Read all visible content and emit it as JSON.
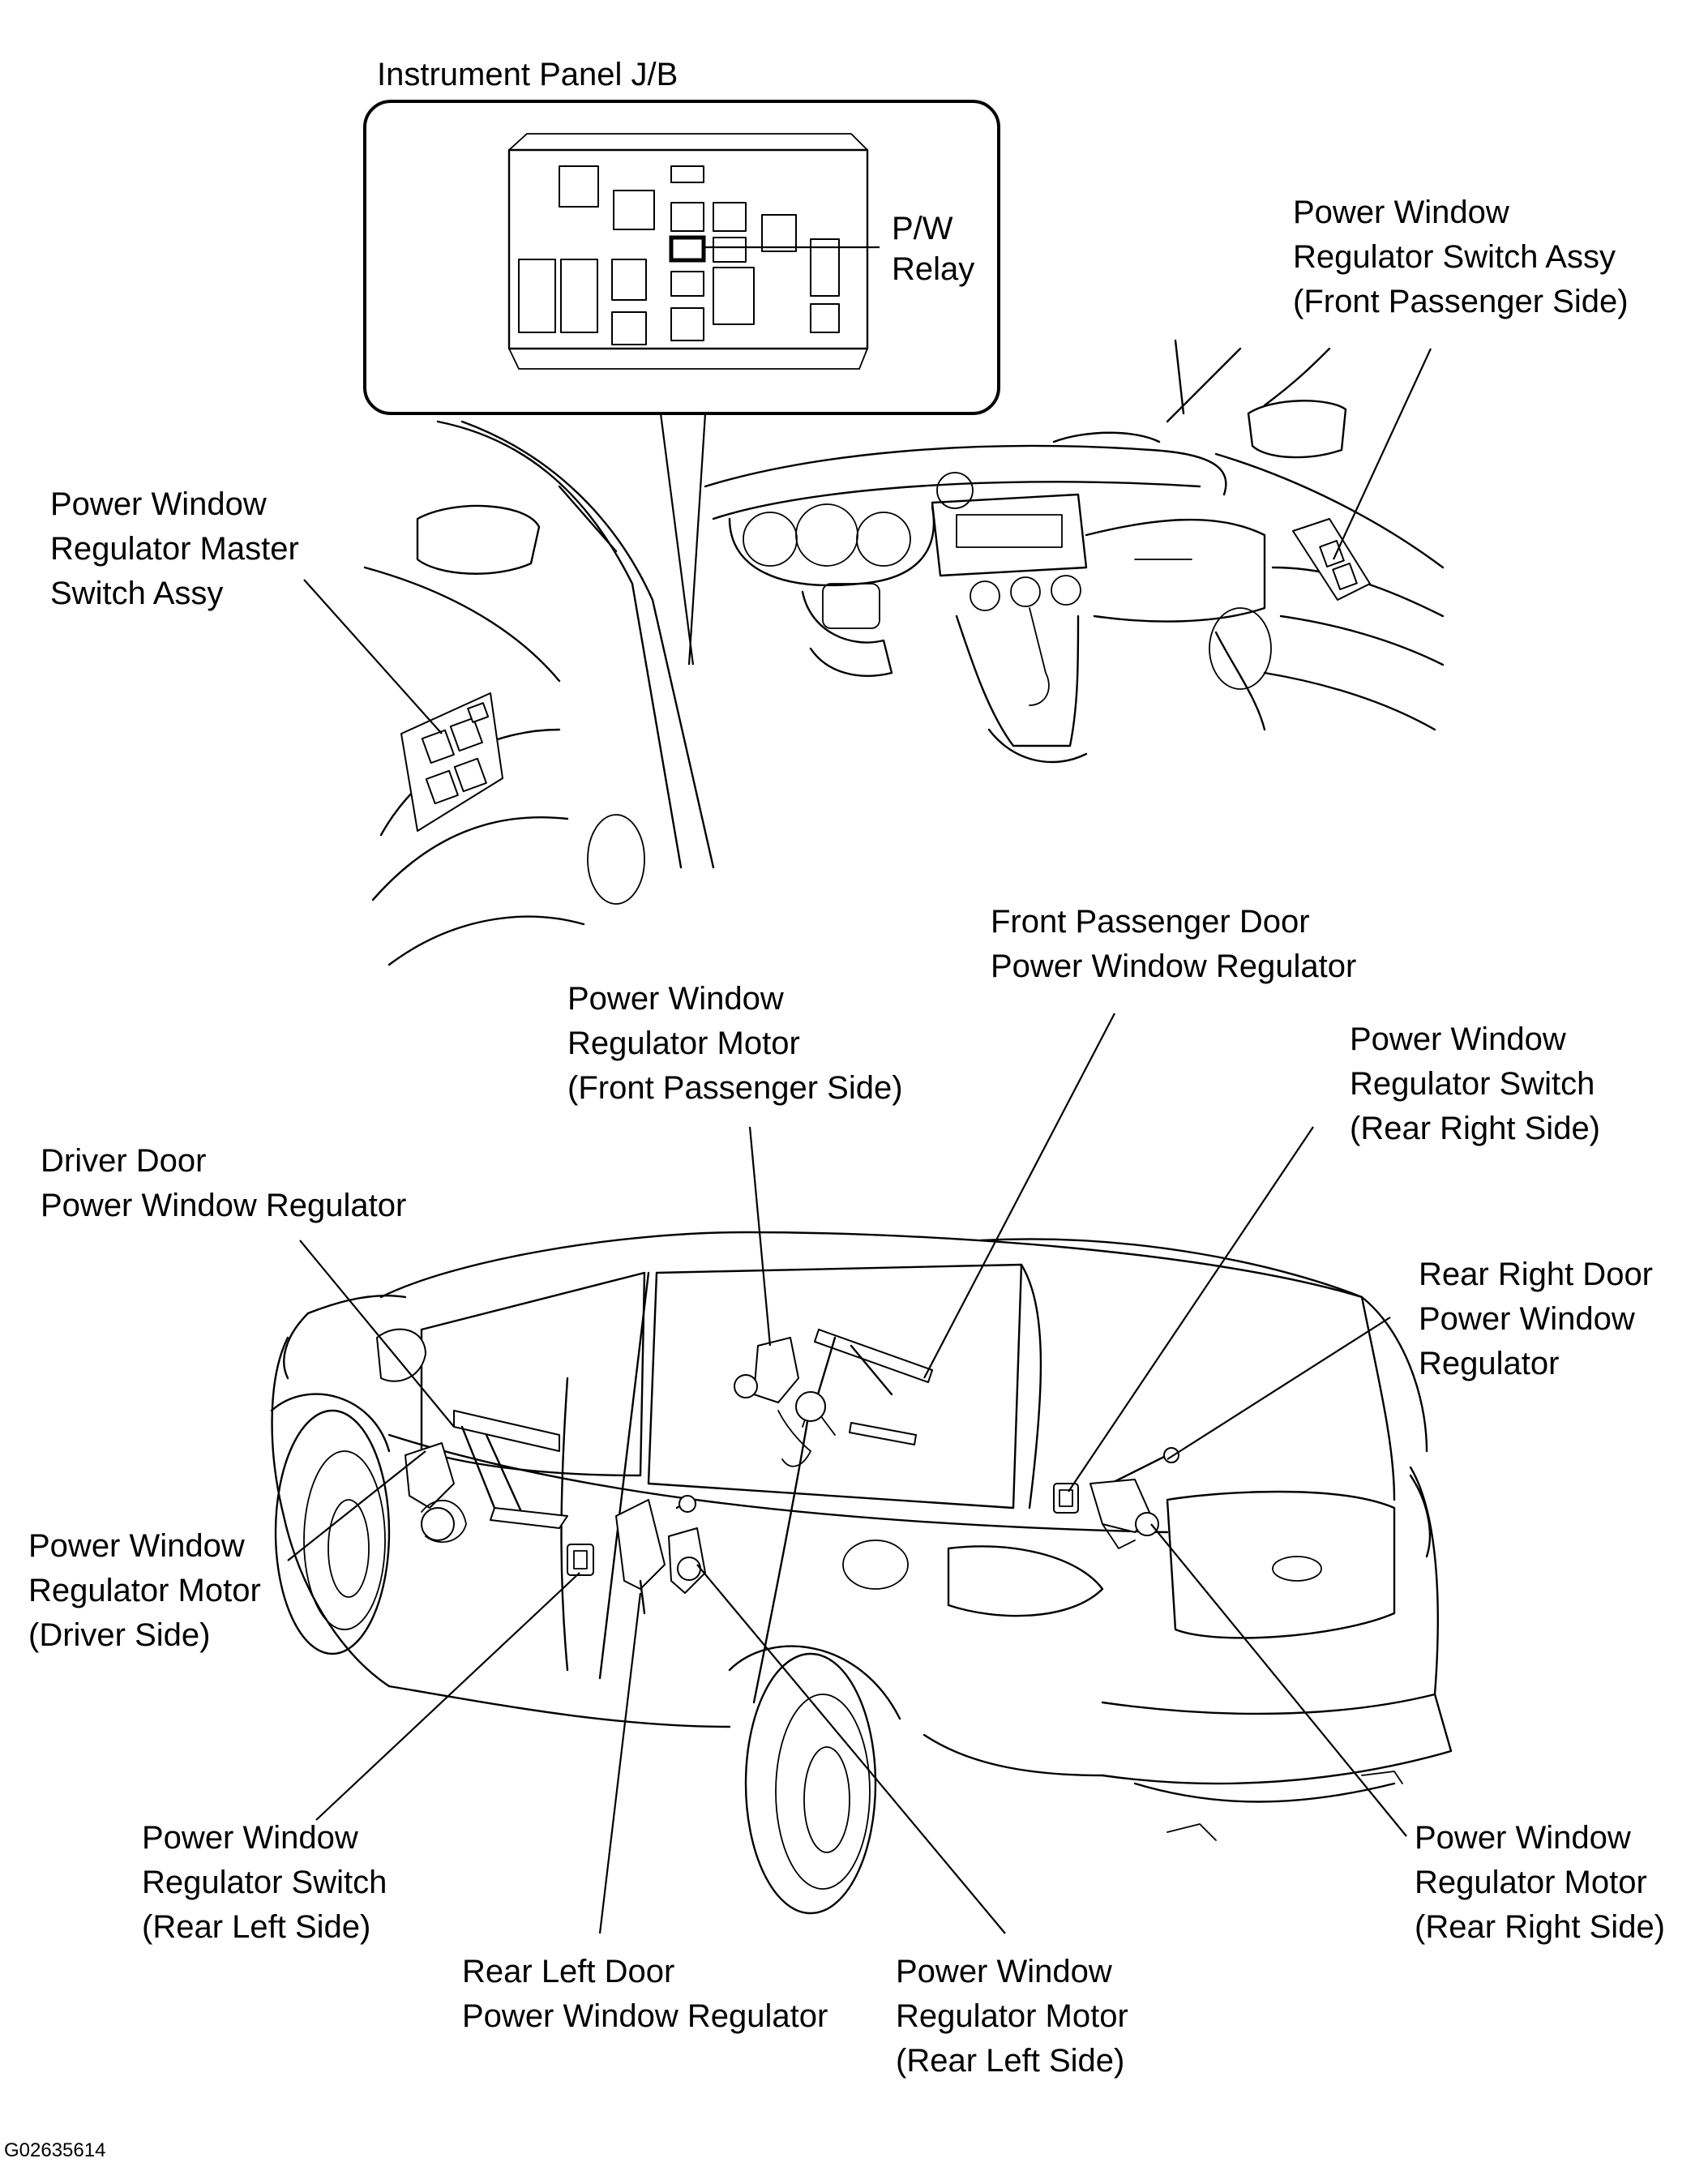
{
  "figure_id": "G02635614",
  "inset": {
    "title": "Instrument Panel J/B",
    "relay_label": [
      "P/W",
      "Relay"
    ]
  },
  "labels": {
    "pw_switch_front_passenger": [
      "Power Window",
      "Regulator Switch Assy",
      "(Front Passenger Side)"
    ],
    "pw_master_switch": [
      "Power Window",
      "Regulator Master",
      "Switch Assy"
    ],
    "front_passenger_door_regulator": [
      "Front Passenger Door",
      "Power Window Regulator"
    ],
    "motor_front_passenger": [
      "Power Window",
      "Regulator Motor",
      "(Front Passenger Side)"
    ],
    "switch_rear_right": [
      "Power Window",
      "Regulator Switch",
      "(Rear Right Side)"
    ],
    "driver_door_regulator": [
      "Driver Door",
      "Power Window Regulator"
    ],
    "rear_right_door_regulator": [
      "Rear Right Door",
      "Power Window",
      "Regulator"
    ],
    "motor_driver": [
      "Power Window",
      "Regulator Motor",
      "(Driver Side)"
    ],
    "switch_rear_left": [
      "Power Window",
      "Regulator Switch",
      "(Rear Left Side)"
    ],
    "rear_left_door_regulator": [
      "Rear Left Door",
      "Power Window Regulator"
    ],
    "motor_rear_left": [
      "Power Window",
      "Regulator Motor",
      "(Rear Left Side)"
    ],
    "motor_rear_right": [
      "Power Window",
      "Regulator Motor",
      "(Rear Right Side)"
    ]
  }
}
